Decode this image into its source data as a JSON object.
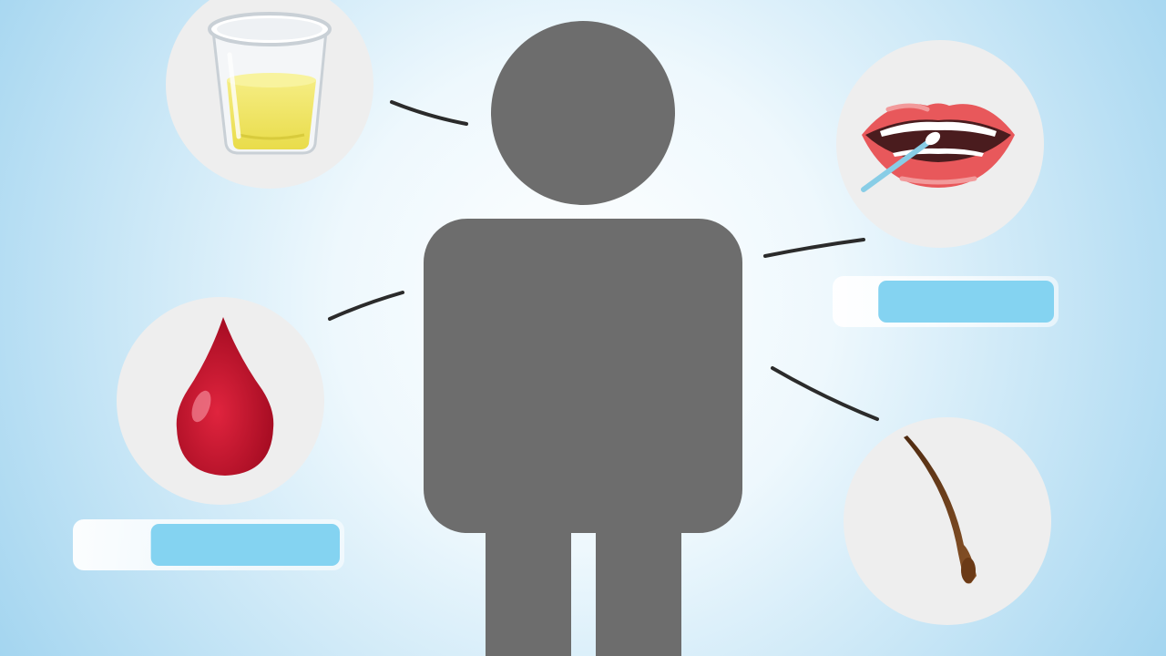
{
  "diagram": {
    "type": "sample-types-infographic",
    "figure": "person-silhouette",
    "samples": [
      {
        "id": "urine",
        "icon": "urine-cup-icon"
      },
      {
        "id": "saliva",
        "icon": "mouth-swab-icon"
      },
      {
        "id": "blood",
        "icon": "blood-drop-icon"
      },
      {
        "id": "hair",
        "icon": "hair-strand-icon"
      }
    ],
    "progress_bars": [
      {
        "id": "saliva-bar",
        "fill": 0.81
      },
      {
        "id": "blood-bar",
        "fill": 0.72
      }
    ]
  },
  "colors": {
    "background_center": "#ffffff",
    "background_edge": "#9fd3ef",
    "figure": "#6d6d6d",
    "icon_circle": "#eeeeee",
    "connector": "#2b2b2b",
    "bar_track": "#ffffff",
    "bar_fill": "#84d3f1",
    "blood": "#c8102e",
    "urine": "#f2e86a",
    "lips": "#e8585b",
    "hair": "#7a4a22"
  }
}
